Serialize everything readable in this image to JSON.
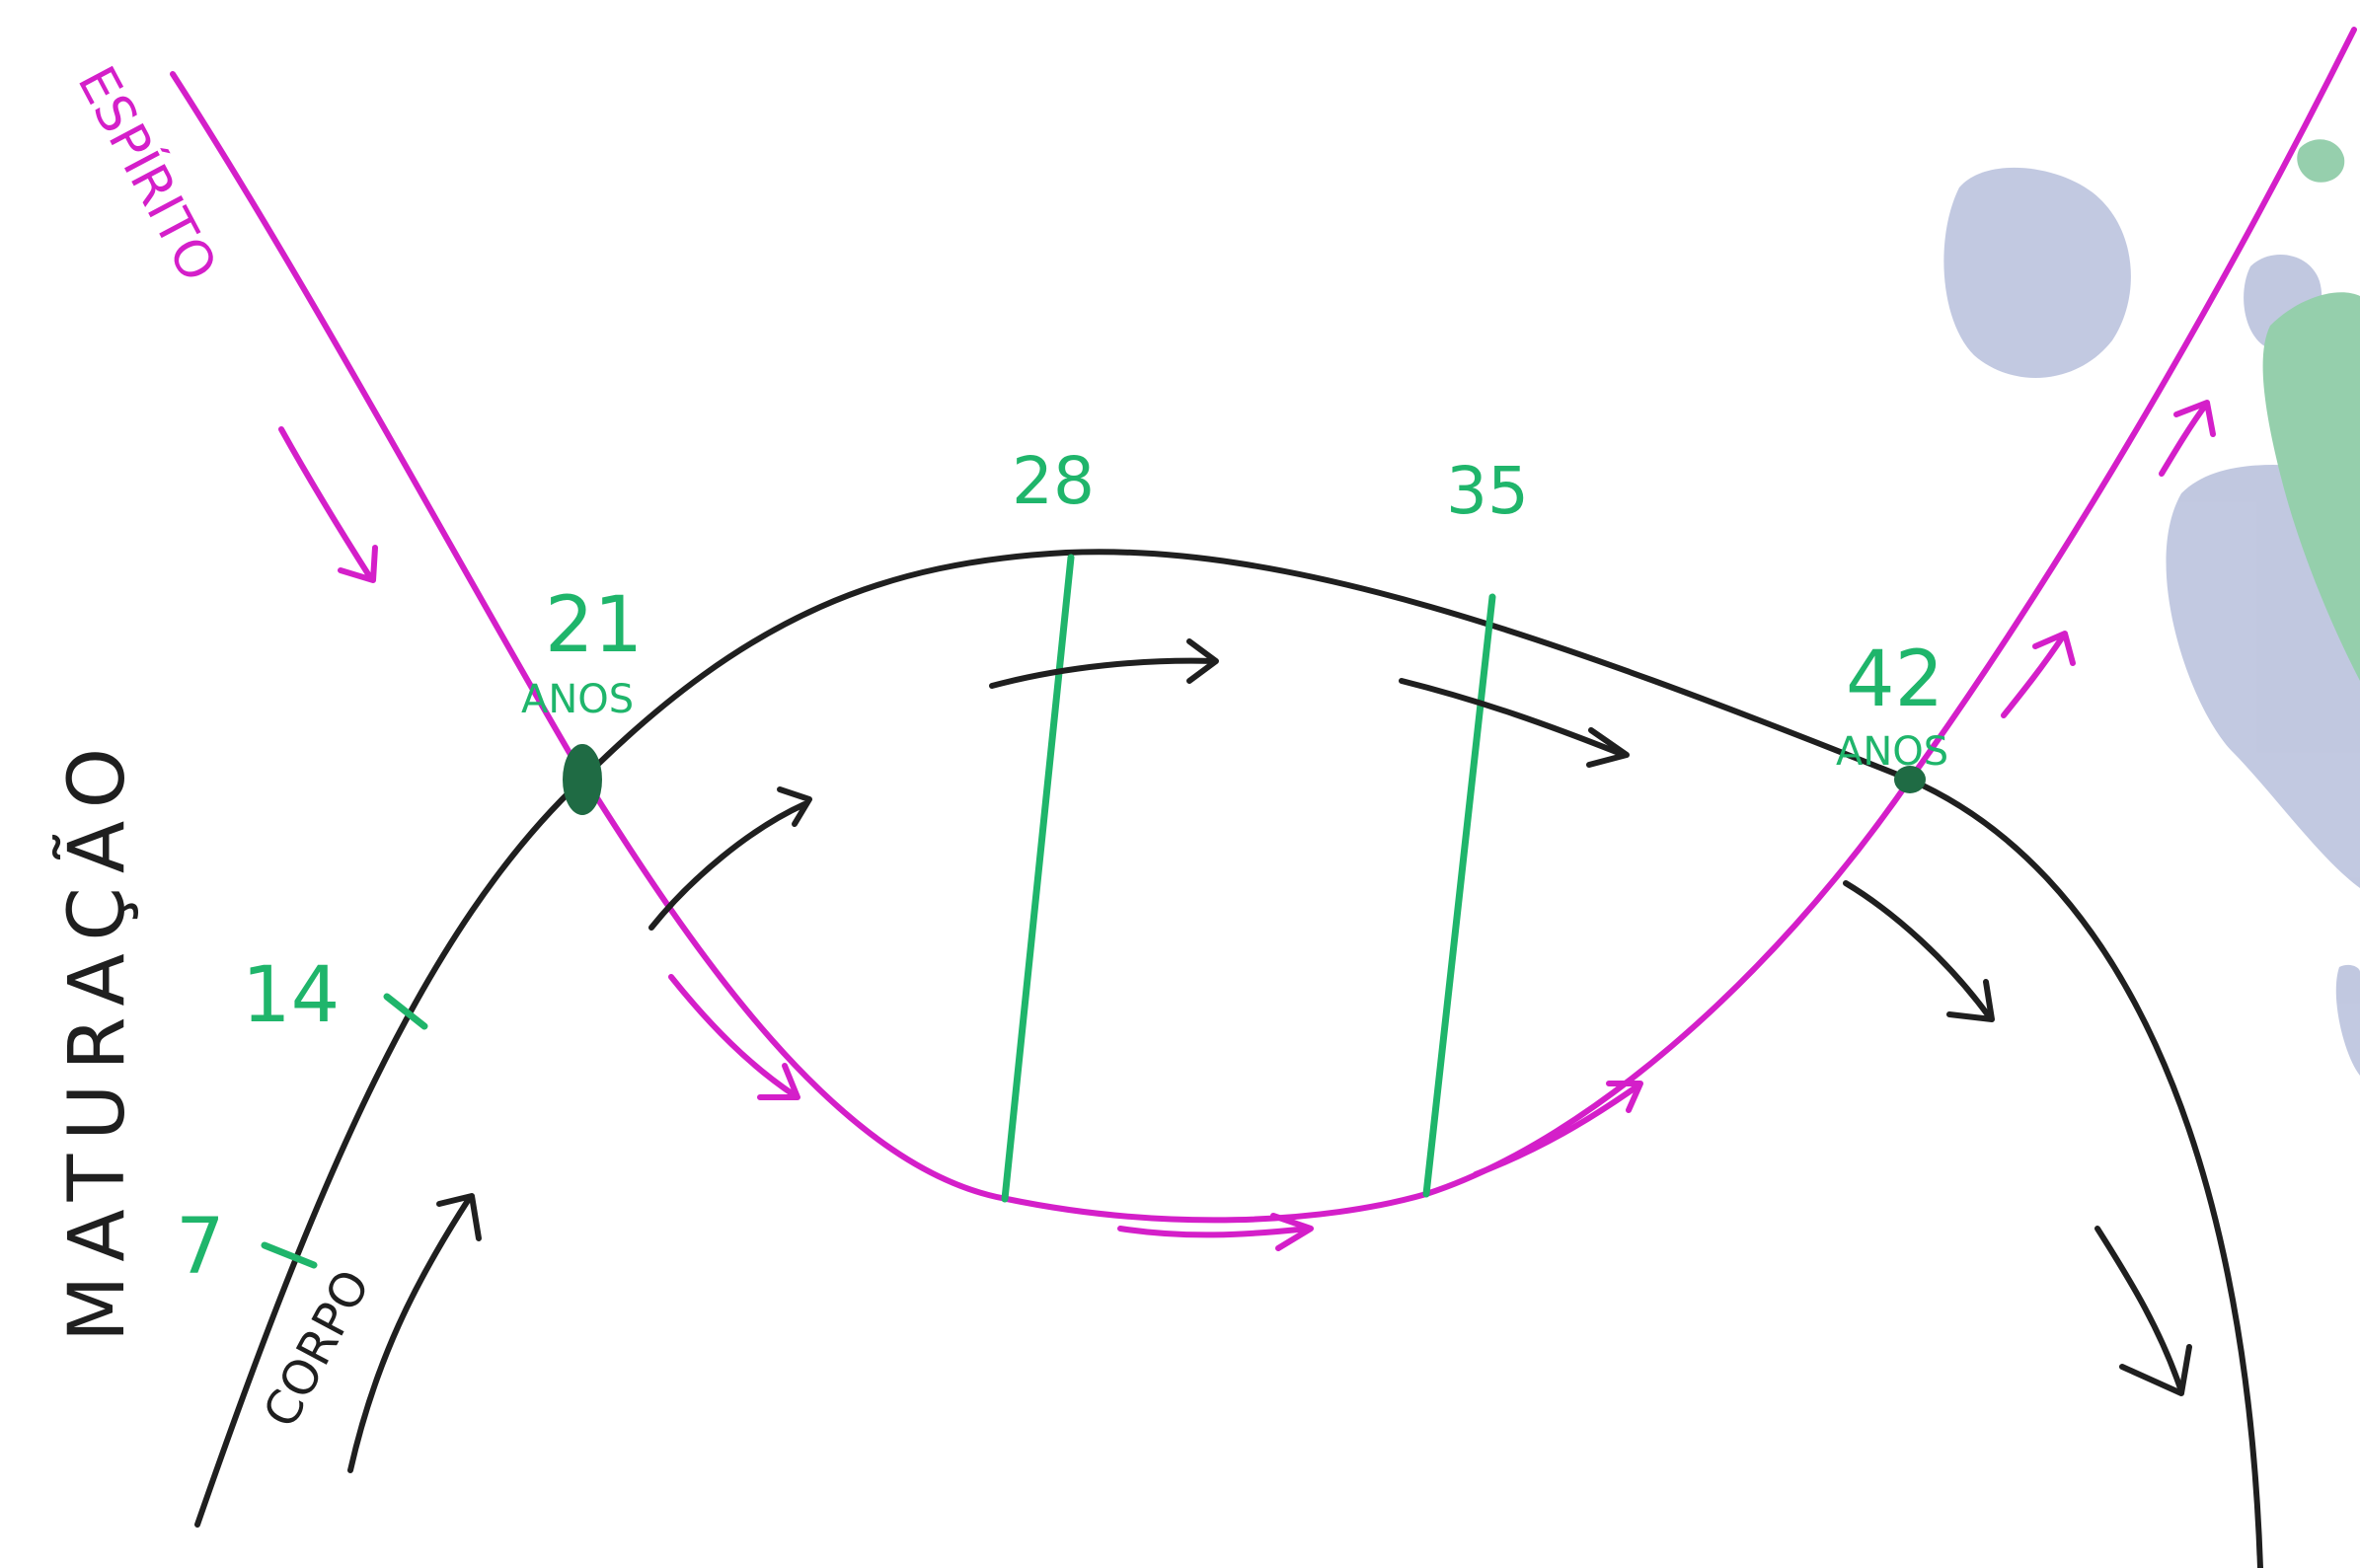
{
  "labels": {
    "espirito": "ESPÍRITO",
    "maturacao": "MATURAÇÃO",
    "corpo": "CORPO",
    "age_21": "21",
    "age_21_unit": "ANOS",
    "age_42": "42",
    "age_42_unit": "ANOS",
    "age_28": "28",
    "age_35": "35",
    "age_14": "14",
    "age_7": "7"
  },
  "colors": {
    "body_curve": "#1f1f1f",
    "spirit_curve": "#d41fc9",
    "age_marks": "#1fb56b",
    "watercolor_blue": "#8f9cc8",
    "watercolor_green": "#3fa86a"
  }
}
